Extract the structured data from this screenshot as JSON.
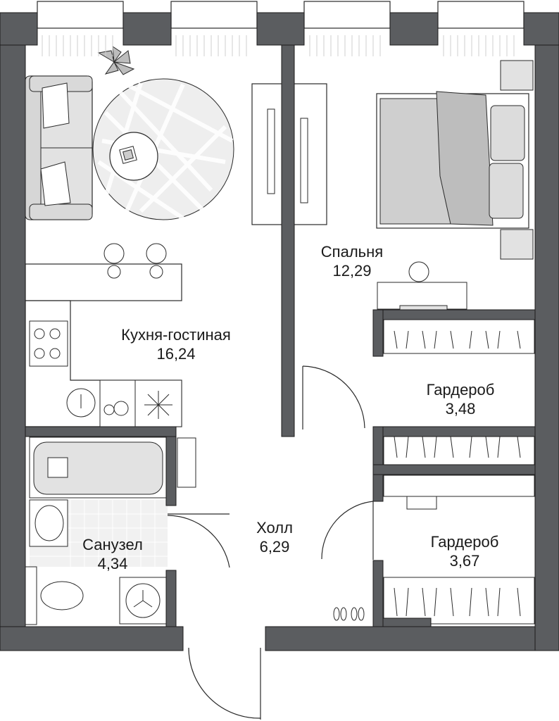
{
  "colors": {
    "wall": "#5b5d60",
    "wall_stroke": "#1c1c1c",
    "line": "#2a2a2a",
    "furniture_fill": "#e2e2e2",
    "rug_fill": "#eeeeee",
    "tile_fill": "#f1f1f1"
  },
  "rooms": [
    {
      "id": "kitchen",
      "name": "Кухня-гостиная",
      "area": "16,24"
    },
    {
      "id": "bedroom",
      "name": "Спальня",
      "area": "12,29"
    },
    {
      "id": "wardrobe1",
      "name": "Гардероб",
      "area": "3,48"
    },
    {
      "id": "hall",
      "name": "Холл",
      "area": "6,29"
    },
    {
      "id": "bathroom",
      "name": "Санузел",
      "area": "4,34"
    },
    {
      "id": "wardrobe2",
      "name": "Гардероб",
      "area": "3,67"
    }
  ],
  "icons": {
    "sofa": "sofa-icon",
    "plant": "plant-icon",
    "rug": "round-rug-icon",
    "table": "coffee-table-icon",
    "tv": "tv-icon",
    "bed": "bed-icon",
    "stove": "stove-icon",
    "sink": "sink-icon",
    "dishes": "dishwasher-icon",
    "washer": "washing-machine-icon",
    "bathtub": "bathtub-icon",
    "toilet": "toilet-icon",
    "shoes": "shoes-icon",
    "chair": "chair-icon"
  }
}
